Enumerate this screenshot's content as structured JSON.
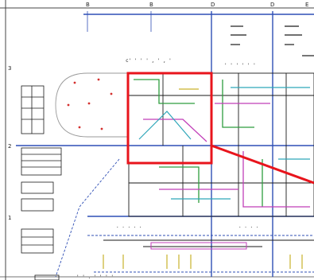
{
  "drawing": {
    "column_grid_labels": [
      "B",
      "B",
      "D",
      "D",
      "E"
    ],
    "row_grid_labels": [
      "3",
      "2",
      "1"
    ],
    "annotation_texts": [
      "c' ' ' ' , ' , '",
      "' ' ' ' ' '",
      ". . . . .",
      ". . . .",
      "' ' . ' ' ' '"
    ],
    "colors": {
      "grid_line": "#2f4fb5",
      "wall_line": "#1a1a1a",
      "pipe_green": "#2e9d3e",
      "pipe_magenta": "#c13fb8",
      "pipe_cyan": "#2ea6b9",
      "pipe_yellow": "#c9b22c",
      "pipe_red": "#d4302e",
      "highlight_box": "#e8141c",
      "dashed_boundary": "#2f4fb5"
    }
  }
}
